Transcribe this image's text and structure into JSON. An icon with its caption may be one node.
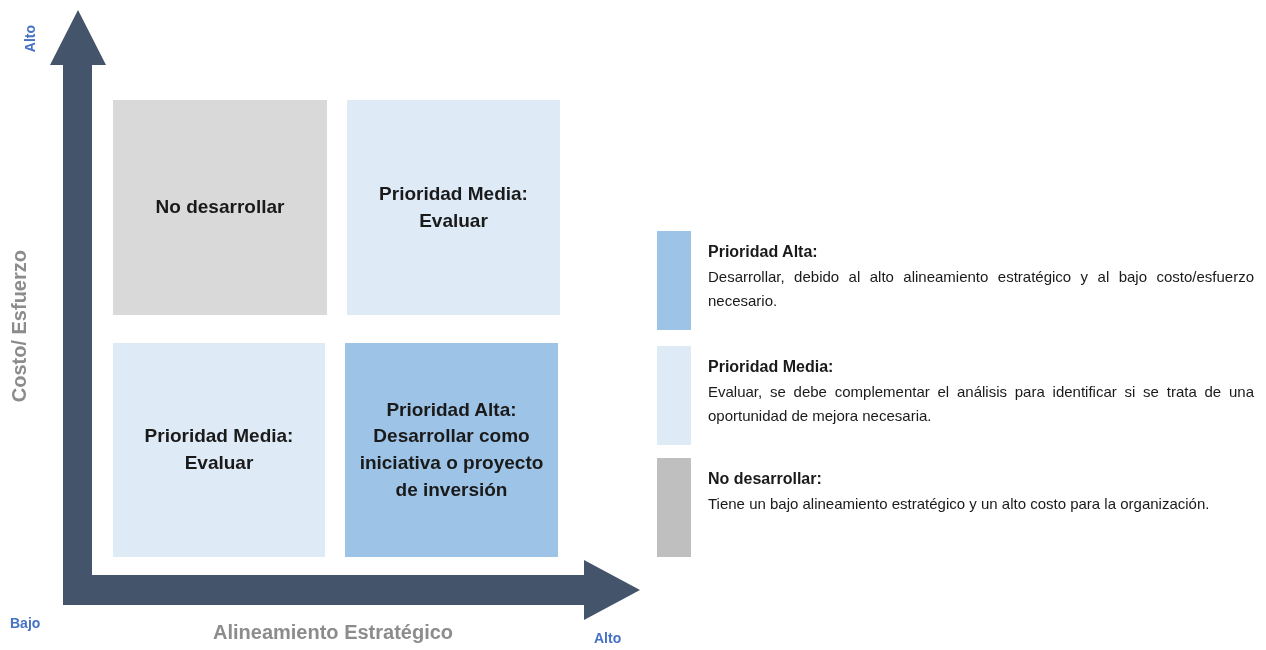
{
  "diagram": {
    "nodes": [
      {
        "text": [
          "No desarrollar"
        ]
      },
      {
        "text": [
          "Prioridad Media: Evaluar"
        ]
      },
      {
        "text": [
          "Prioridad Media: Evaluar"
        ]
      },
      {
        "text": [
          "Prioridad Alta: Desarrollar como iniciativa o proyecto de inversión"
        ]
      }
    ],
    "edges": [],
    "labels": [
      "Alto",
      "Costo/ Esfuerzo",
      "Bajo",
      "Alineamiento Estratégico",
      "Alto"
    ],
    "legend": [
      {
        "text": "**Prioridad Alta:** Desarrollar, debido al alto alineamiento estratégico y al bajo costo/esfuerzo necesario.",
        "color": "#9dc3e6"
      },
      {
        "text": "**Prioridad Media:** Evaluar, se debe complementar el análisis para identificar si se trata de una oportunidad de mejora necesaria.",
        "color": "#deebf7"
      },
      {
        "text": "**No desarrollar:** Tiene un bajo alineamiento estratégico y un alto costo para la organización.",
        "color": "#bfbfbf"
      }
    ]
  }
}
